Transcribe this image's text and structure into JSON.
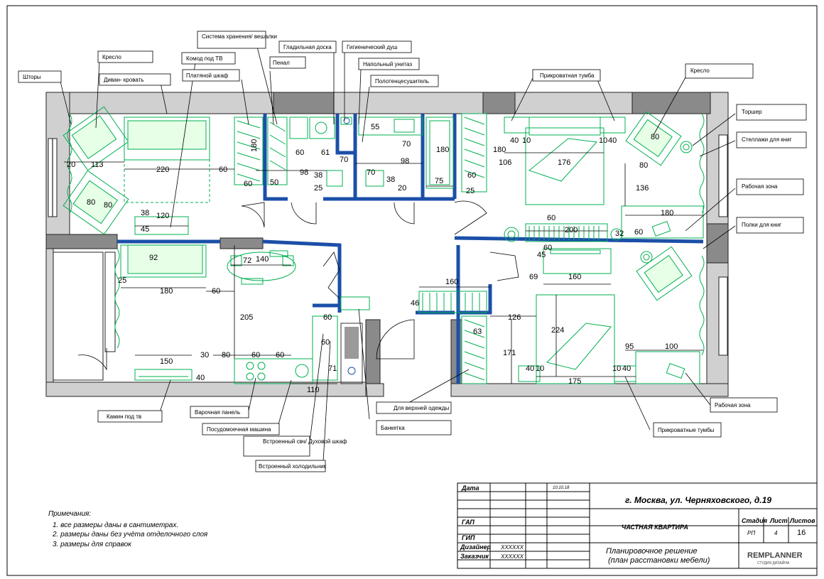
{
  "labels": {
    "shtory": "Шторы",
    "kreslo_left": "Кресло",
    "divan": "Диван- кровать",
    "komod_tv": "Комод под ТВ",
    "platyanoy": "Платяной шкаф",
    "sistema": "Система хранения/ вешалки",
    "penal": "Пенал",
    "gladilnaya": "Гладильная доска",
    "gigien": "Гигиенический душ",
    "unitaz": "Напольный унитаз",
    "polotenc": "Полотенцесушитель",
    "prikrovat_tumba": "Прикроватная тумба",
    "kreslo_right": "Кресло",
    "torsher": "Торшер",
    "stellazhi": "Стеллажи для книг",
    "rabochaya1": "Рабочая зона",
    "polki": "Полки для книг",
    "kamin": "Камин под тв",
    "varochnaya": "Варочная панель",
    "posudomoech": "Посудомоечная машина",
    "svch": "Встроенный свч/ Духовой шкаф",
    "holodilnik": "Встроенный холодильник",
    "verhnyaya": "Для верхней одежды",
    "banketka": "Банкетка",
    "prikrovat_tumby": "Прикроватные тумбы",
    "rabochaya2": "Рабочая зона"
  },
  "dims": [
    "20",
    "113",
    "220",
    "60",
    "180",
    "60",
    "50",
    "60",
    "61",
    "70",
    "98",
    "38",
    "25",
    "55",
    "70",
    "98",
    "70",
    "38",
    "20",
    "180",
    "75",
    "25",
    "60",
    "180",
    "40",
    "10",
    "106",
    "176",
    "10",
    "40",
    "80",
    "80",
    "136",
    "180",
    "60",
    "200",
    "32",
    "60",
    "38",
    "45",
    "120",
    "80",
    "80",
    "92",
    "25",
    "72",
    "140",
    "180",
    "60",
    "205",
    "45",
    "160",
    "69",
    "160",
    "46",
    "60",
    "126",
    "224",
    "63",
    "171",
    "95",
    "100",
    "150",
    "30",
    "80",
    "60",
    "60",
    "40",
    "40",
    "10",
    "175",
    "10",
    "40",
    "60",
    "71",
    "110",
    "60"
  ],
  "notes": {
    "title": "Примечания:",
    "items": [
      "1.   все размеры даны в сантиметрах.",
      "2.  размеры даны без учёта отделочного слоя",
      "3.  размеры для справок"
    ]
  },
  "title_block": {
    "data_label": "Дата",
    "date": "10.10.18",
    "gap": "ГАП",
    "gip": "ГИП",
    "designer_label": "Дизайнер",
    "designer_value": "XXXXXX",
    "customer_label": "Заказчик",
    "customer_value": "XXXXXX",
    "address": "г. Москва, ул. Черняховского, д.19",
    "object": "ЧАСТНАЯ КВАРТИРА",
    "stage_label": "Стадия",
    "sheet_label": "Лист",
    "sheets_label": "Листов",
    "stage": "РП",
    "sheet": "4",
    "sheets": "16",
    "drawing_title_1": "Планировочное решение",
    "drawing_title_2": "(план расстановки мебели)",
    "logo_main": "REMPLANNER",
    "logo_sub": "СТУДИЯ ДИЗАЙНА"
  }
}
